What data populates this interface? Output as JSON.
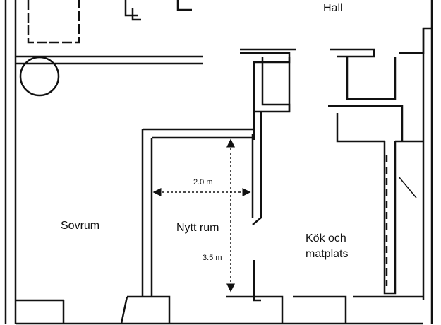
{
  "rooms": {
    "hall": "Hall",
    "sovrum": "Sovrum",
    "nytt_rum": "Nytt rum",
    "kok_line1": "Kök och",
    "kok_line2": "matplats"
  },
  "dimensions": {
    "width": "2.0 m",
    "height": "3.5 m"
  },
  "colors": {
    "wall": "#111111",
    "background": "#ffffff"
  }
}
